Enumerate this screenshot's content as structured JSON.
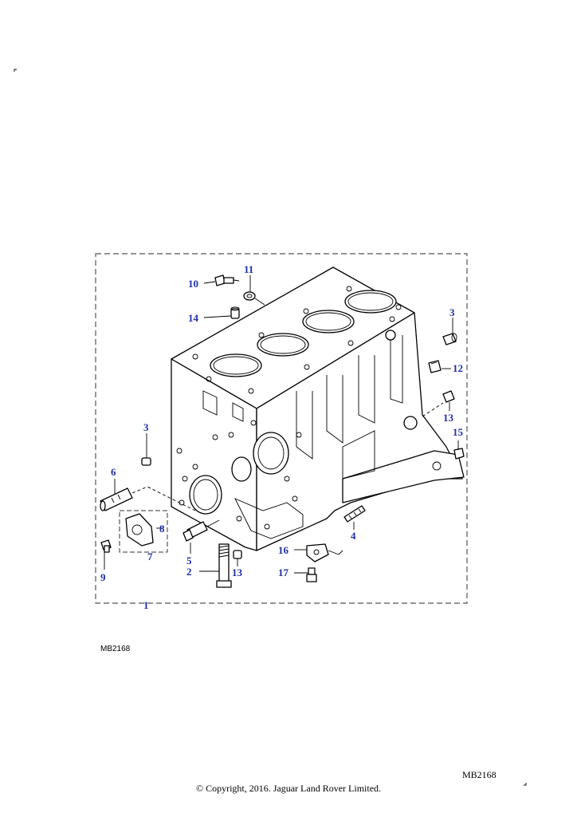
{
  "diagram_ref": "MB2168",
  "footer": {
    "reference": "MB2168",
    "copyright": "© Copyright, 2016. Jaguar Land Rover Limited."
  },
  "callouts": {
    "c1": "1",
    "c2": "2",
    "c3a": "3",
    "c3b": "3",
    "c4": "4",
    "c5": "5",
    "c6": "6",
    "c7": "7",
    "c8": "8",
    "c9": "9",
    "c10": "10",
    "c11": "11",
    "c12": "12",
    "c13a": "13",
    "c13b": "13",
    "c14": "14",
    "c15": "15",
    "c16": "16",
    "c17": "17"
  },
  "colors": {
    "callout": "#1f2fa8",
    "line": "#000000",
    "background": "#ffffff"
  }
}
